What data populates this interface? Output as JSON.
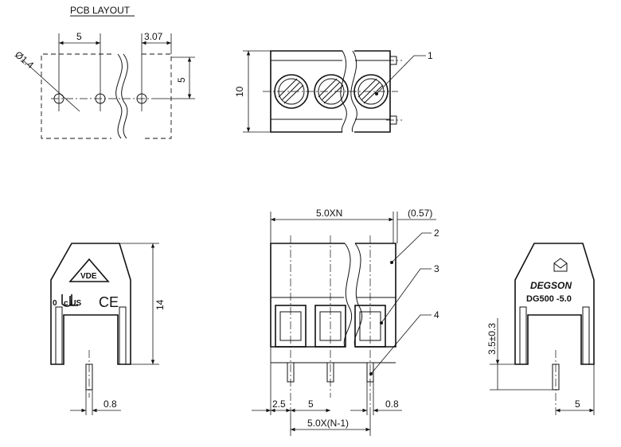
{
  "pcb_layout": {
    "title": "PCB LAYOUT",
    "dim_pitch": "5",
    "dim_offset": "3.07",
    "dim_hole": "Ø1.4",
    "dim_height": "5"
  },
  "top_view": {
    "dim_width": "10",
    "callout_1": "1"
  },
  "left_side": {
    "vde_mark": "VDE",
    "ul_mark": "c   US",
    "ul_prefix": "0",
    "ce_mark": "CE",
    "dim_height": "14",
    "dim_pin": "0.8"
  },
  "front_view": {
    "dim_total": "5.0XN",
    "dim_extra": "(0.57)",
    "callout_2": "2",
    "callout_3": "3",
    "callout_4": "4",
    "dim_edge": "2.5",
    "dim_pitch": "5",
    "dim_pin": "0.8",
    "dim_span": "5.0X(N-1)"
  },
  "right_side": {
    "brand": "DEGSON",
    "model": "DG500 -5.0",
    "dim_pin_height": "3.5±0.3",
    "dim_pitch": "5"
  }
}
